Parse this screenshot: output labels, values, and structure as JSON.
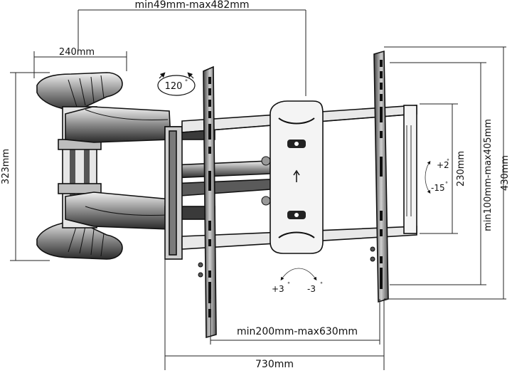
{
  "dimensions": {
    "top_distance": "min49mm-max482mm",
    "arm_width": "240mm",
    "wall_plate_height": "323mm",
    "total_width": "730mm",
    "horizontal_vesa": "min200mm-max630mm",
    "vertical_vesa": "min100mm-max405mm",
    "bracket_height": "230mm",
    "total_height": "430mm"
  },
  "angles": {
    "swivel": "120",
    "tilt_up": "+2",
    "tilt_down": "-15",
    "rotate_plus": "+3",
    "rotate_minus": "-3"
  },
  "icons": {
    "swivel": "swivel-arrows-icon",
    "tilt": "tilt-arc-icon",
    "rotate": "rotation-arc-icon",
    "level": "bubble-level-icon"
  },
  "colors": {
    "line": "#111111",
    "dark_fill": "#2a2a2a",
    "mid_fill": "#6e6e6e",
    "light_fill": "#d9d9d9"
  }
}
